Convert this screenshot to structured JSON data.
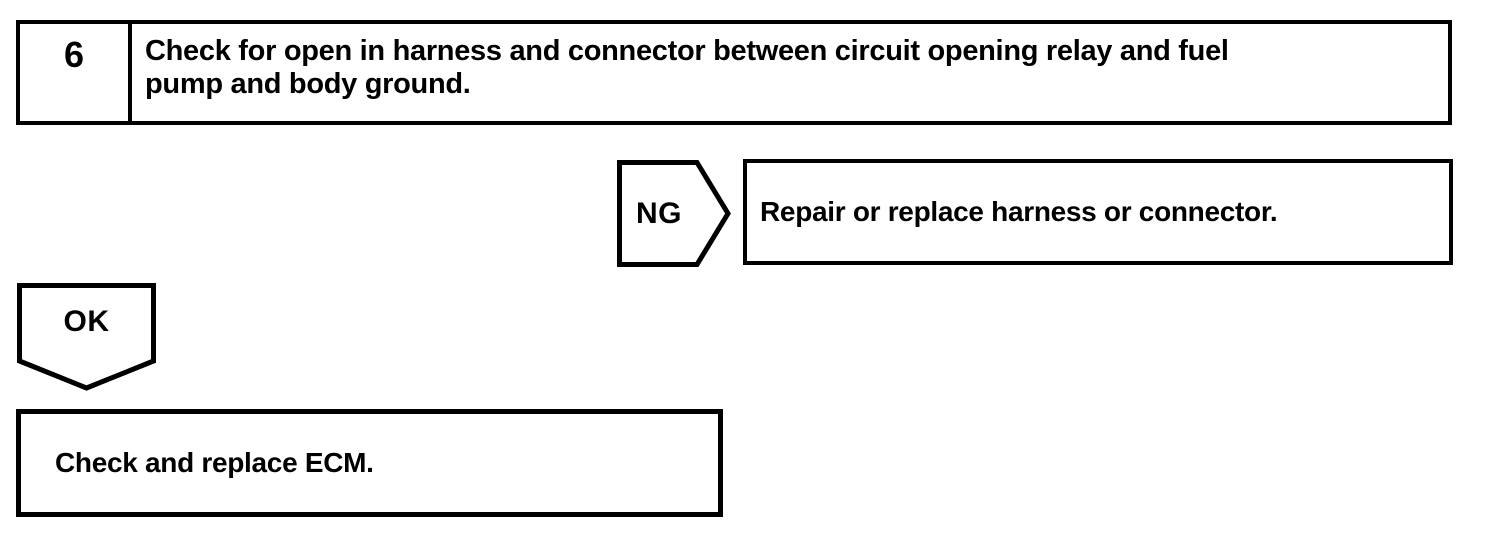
{
  "page": {
    "background_color": "#ffffff",
    "ink_color": "#000000",
    "kind": "diagnostic-flowchart"
  },
  "flowchart": {
    "step": {
      "number": "6",
      "instruction": "Check for open in harness and connector between circuit opening relay and fuel pump and body ground.",
      "instruction_lines": [
        "Check for open in harness and connector between circuit opening relay and fuel",
        "pump and body ground."
      ]
    },
    "ng_branch": {
      "connector_label": "NG",
      "action": "Repair or replace harness or connector."
    },
    "ok_branch": {
      "connector_label": "OK",
      "action": "Check and replace ECM."
    }
  }
}
